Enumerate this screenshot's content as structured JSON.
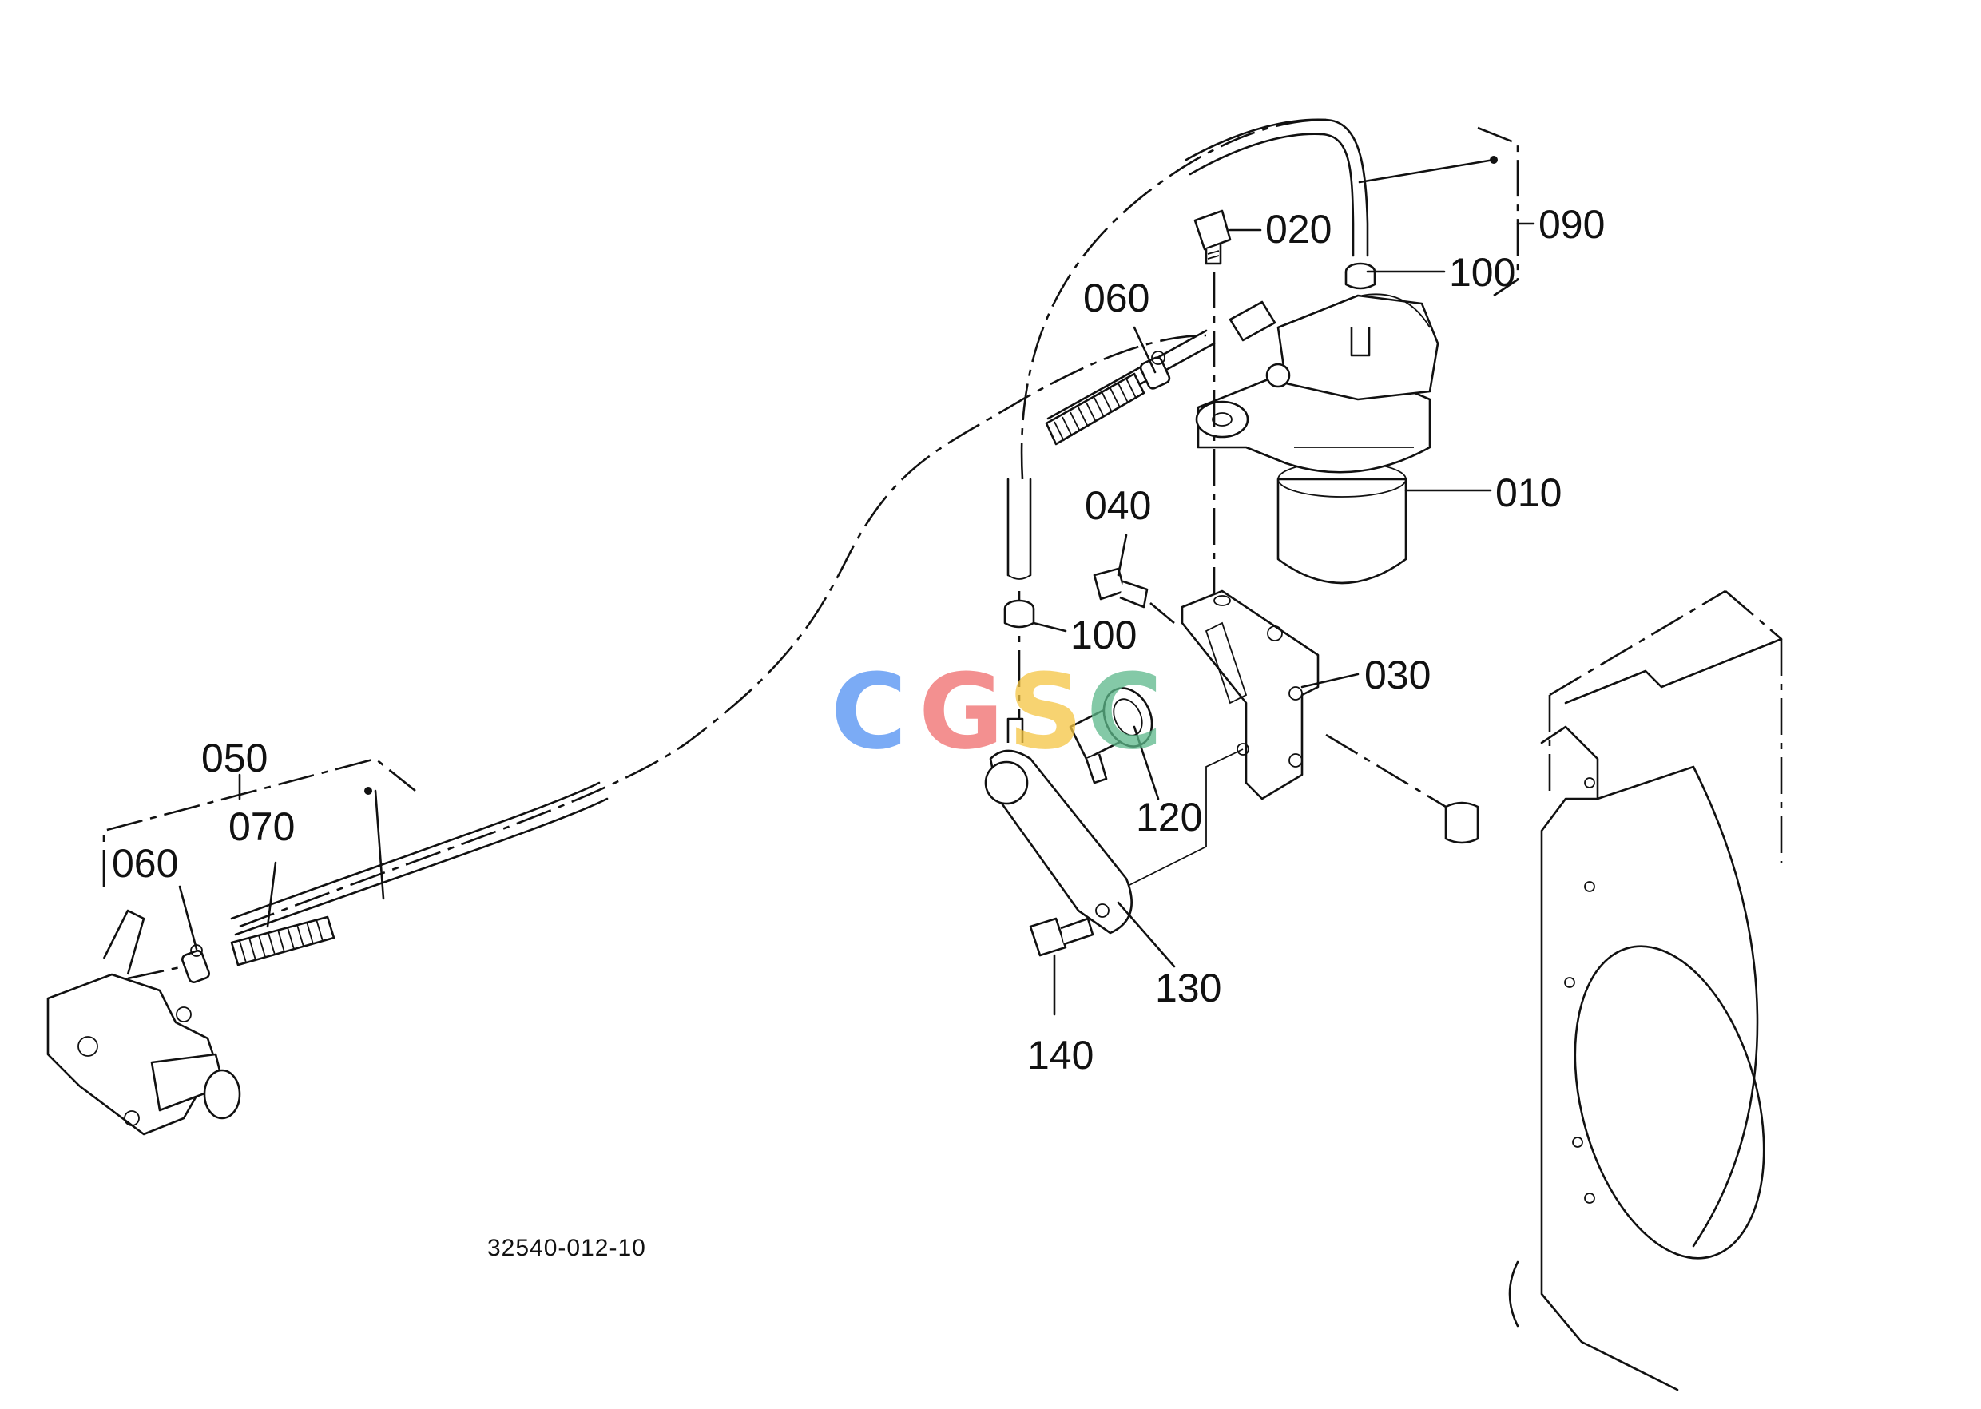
{
  "labels": {
    "p010": "010",
    "p020": "020",
    "p030": "030",
    "p040": "040",
    "p050": "050",
    "p060a": "060",
    "p060b": "060",
    "p070": "070",
    "p090": "090",
    "p100a": "100",
    "p100b": "100",
    "p120": "120",
    "p130": "130",
    "p140": "140"
  },
  "drawing_number": "32540-012-10",
  "watermark": {
    "letters": [
      "C",
      "G",
      "S",
      "C"
    ],
    "colors": [
      "#4f8ff2",
      "#ef6b6b",
      "#f5c542",
      "#5cb88a"
    ]
  }
}
